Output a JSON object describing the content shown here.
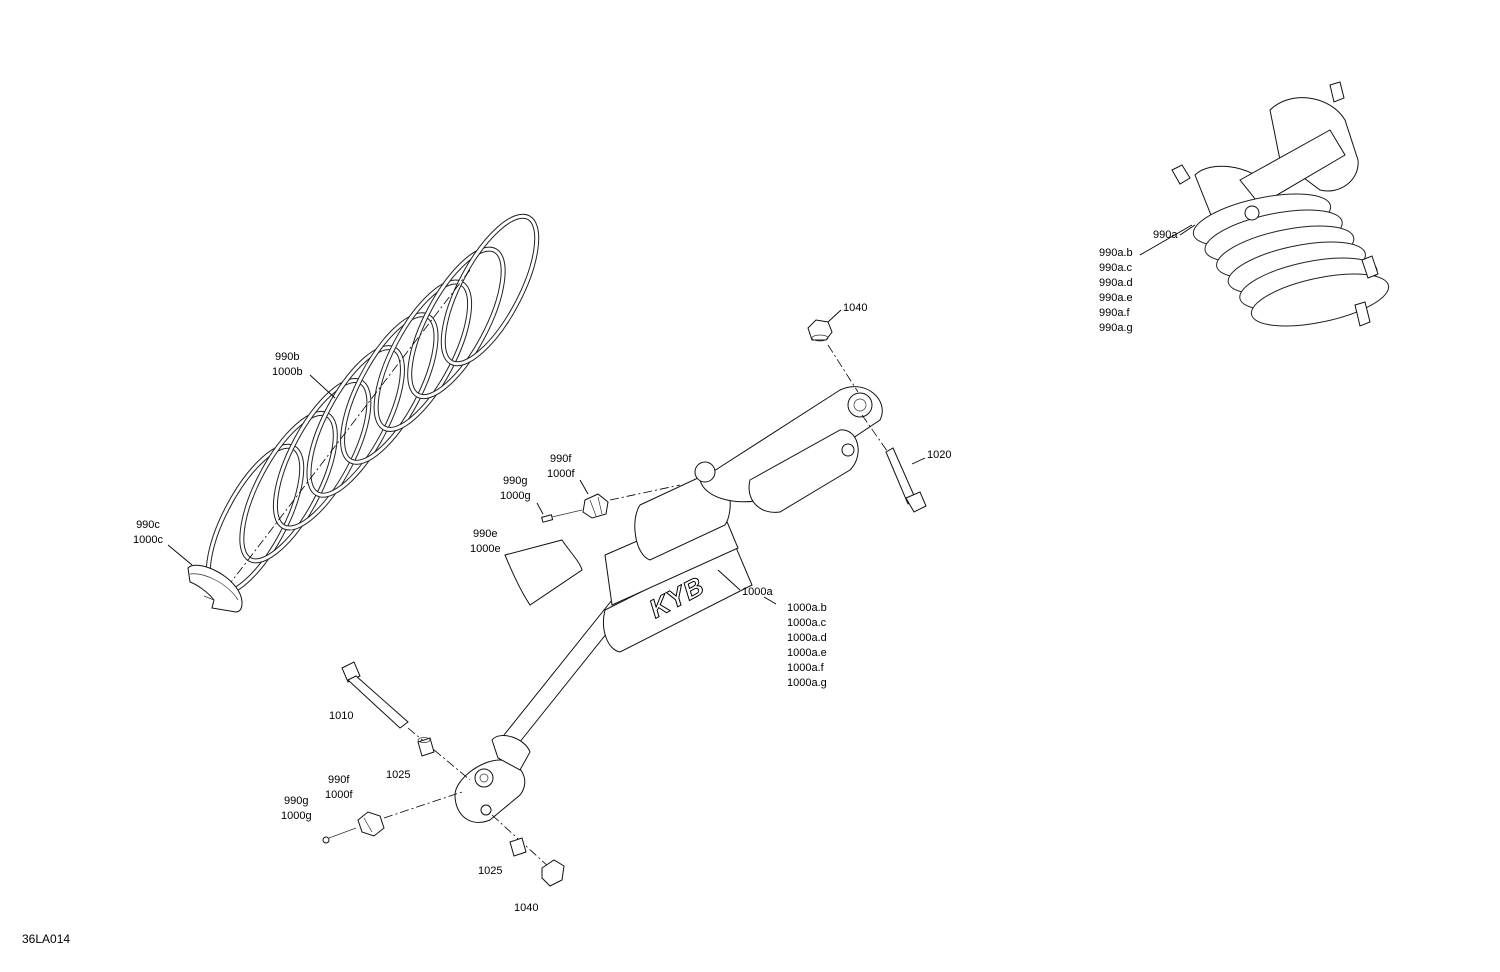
{
  "diagram_id": "36LA014",
  "callouts": {
    "c990b_1000b": [
      "990b",
      "1000b"
    ],
    "c990c_1000c": [
      "990c",
      "1000c"
    ],
    "c990g_1000g_top": [
      "990g",
      "1000g"
    ],
    "c990f_1000f_top": [
      "990f",
      "1000f"
    ],
    "c990e_1000e": [
      "990e",
      "1000e"
    ],
    "c1040_top": "1040",
    "c1020": "1020",
    "c1000a": "1000a",
    "c1000a_sub": [
      "1000a.b",
      "1000a.c",
      "1000a.d",
      "1000a.e",
      "1000a.f",
      "1000a.g"
    ],
    "c1010": "1010",
    "c1025_top": "1025",
    "c990f_1000f_bottom": [
      "990f",
      "1000f"
    ],
    "c990g_1000g_bottom": [
      "990g",
      "1000g"
    ],
    "c1025_bottom": "1025",
    "c1040_bottom": "1040",
    "c990a": "990a",
    "c990a_sub": [
      "990a.b",
      "990a.c",
      "990a.d",
      "990a.e",
      "990a.f",
      "990a.g"
    ]
  },
  "shock_brand_marking": "KYB"
}
